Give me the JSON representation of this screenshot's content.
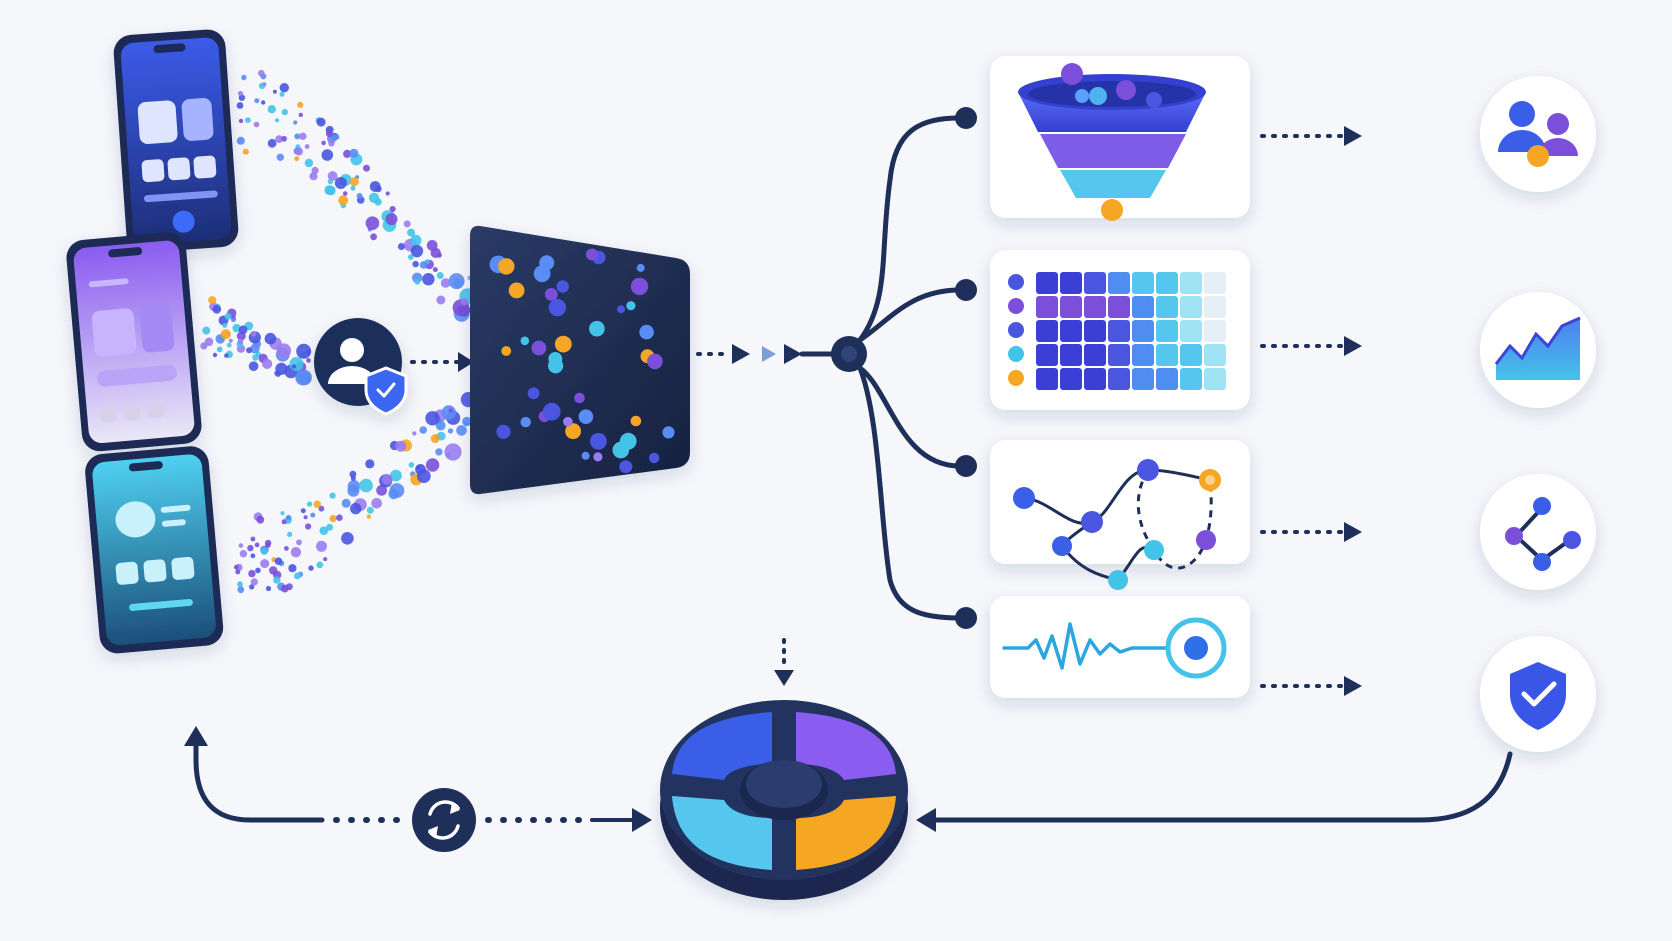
{
  "palette": {
    "navy": "#1e2f5a",
    "indigo": "#4a55e0",
    "violet": "#7b4fd9",
    "cyan": "#44c3e8",
    "orange": "#f5a623",
    "card_bg": "#ffffff",
    "page_bg": "#f6f7fb"
  },
  "sources": [
    {
      "name": "phone-blue",
      "theme": "blue"
    },
    {
      "name": "phone-purple",
      "theme": "purple"
    },
    {
      "name": "phone-teal",
      "theme": "teal"
    }
  ],
  "privacy_node": {
    "icon": "user-shield-icon"
  },
  "processor": {
    "icon": "particle-panel"
  },
  "analytics_cards": [
    {
      "name": "funnel",
      "icon": "funnel-icon",
      "result_icon": "users-group-icon"
    },
    {
      "name": "cohort-heatmap",
      "icon": "heatmap-grid-icon",
      "result_icon": "area-chart-icon"
    },
    {
      "name": "user-paths",
      "icon": "path-graph-icon",
      "result_icon": "share-nodes-icon"
    },
    {
      "name": "anomaly-signal",
      "icon": "signal-wave-icon",
      "result_icon": "shield-check-icon"
    }
  ],
  "feedback": {
    "icon": "sync-icon",
    "hub_icon": "segmented-ring-icon"
  }
}
